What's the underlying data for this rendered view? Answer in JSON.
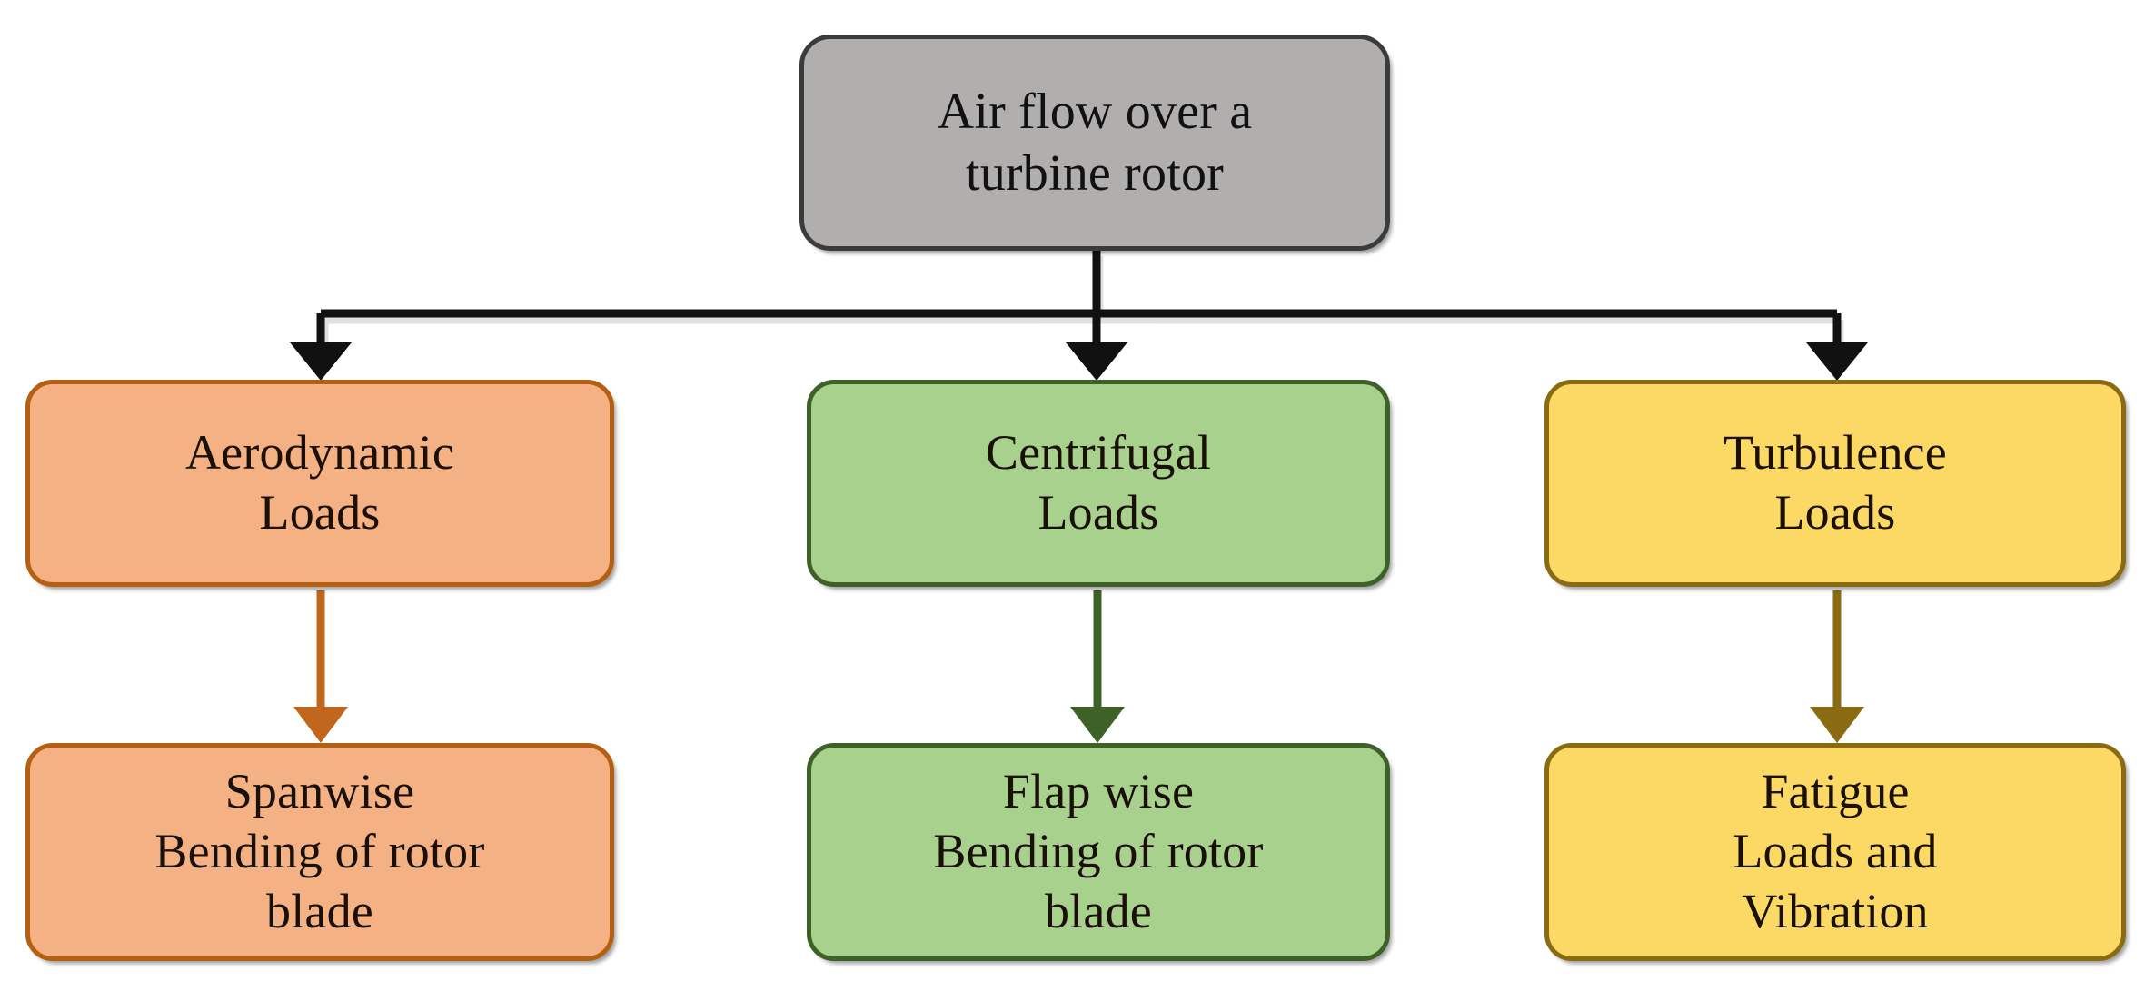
{
  "diagram": {
    "title_text": "Air flow over a turbine rotor",
    "type": "flowchart",
    "orientation": "top-down",
    "background_color": "#ffffff"
  },
  "nodes": {
    "root": {
      "id": "root",
      "label": "Air flow over a\nturbine rotor",
      "fill": "#b1aeae",
      "stroke": "#3b3b3b",
      "role": "source"
    },
    "aerodynamic_loads": {
      "id": "aerodynamic_loads",
      "label": "Aerodynamic\nLoads",
      "fill": "#f4b183",
      "stroke": "#b45f12",
      "role": "load-category"
    },
    "centrifugal_loads": {
      "id": "centrifugal_loads",
      "label": "Centrifugal\nLoads",
      "fill": "#a9d18e",
      "stroke": "#3e6127",
      "role": "load-category"
    },
    "turbulence_loads": {
      "id": "turbulence_loads",
      "label": "Turbulence\nLoads",
      "fill": "#fcd964",
      "stroke": "#8a6b12",
      "role": "load-category"
    },
    "spanwise_bending": {
      "id": "spanwise_bending",
      "label": "Spanwise\nBending of rotor\nblade",
      "fill": "#f4b183",
      "stroke": "#b45f12",
      "role": "effect"
    },
    "flapwise_bending": {
      "id": "flapwise_bending",
      "label": "Flap wise\nBending of rotor\nblade",
      "fill": "#a9d18e",
      "stroke": "#3e6127",
      "role": "effect"
    },
    "fatigue_vibration": {
      "id": "fatigue_vibration",
      "label": "Fatigue\nLoads and\nVibration",
      "fill": "#fcd964",
      "stroke": "#8a6b12",
      "role": "effect"
    }
  },
  "edges": [
    {
      "from": "root",
      "to": "aerodynamic_loads",
      "color": "#111111",
      "style": "elbow-arrow"
    },
    {
      "from": "root",
      "to": "centrifugal_loads",
      "color": "#111111",
      "style": "straight-arrow"
    },
    {
      "from": "root",
      "to": "turbulence_loads",
      "color": "#111111",
      "style": "elbow-arrow"
    },
    {
      "from": "aerodynamic_loads",
      "to": "spanwise_bending",
      "color": "#c1661d",
      "style": "straight-arrow"
    },
    {
      "from": "centrifugal_loads",
      "to": "flapwise_bending",
      "color": "#3e6127",
      "style": "straight-arrow"
    },
    {
      "from": "turbulence_loads",
      "to": "fatigue_vibration",
      "color": "#8a6b12",
      "style": "straight-arrow"
    }
  ]
}
